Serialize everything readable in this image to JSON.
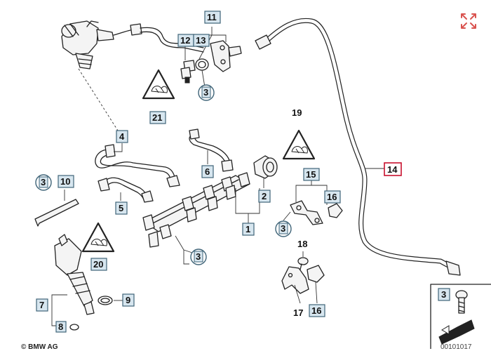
{
  "diagram": {
    "labels": {
      "l1": "1",
      "l2": "2",
      "l3a": "3",
      "l3b": "3",
      "l3c": "3",
      "l3d": "3",
      "l3e": "3",
      "l4": "4",
      "l5": "5",
      "l6": "6",
      "l7": "7",
      "l8": "8",
      "l9": "9",
      "l10": "10",
      "l11": "11",
      "l12": "12",
      "l13": "13",
      "l14": "14",
      "l15": "15",
      "l16a": "16",
      "l16b": "16",
      "l17": "17",
      "l18": "18",
      "l19": "19",
      "l20": "20",
      "l21": "21"
    },
    "highlighted_label": "14",
    "accent_color": "#c8102e",
    "box_fill": "#d7e6ef"
  },
  "footer": {
    "copyright": "© BMW AG",
    "diagram_id": "00101017"
  },
  "icons": {
    "expand": "expand-arrows-icon"
  }
}
